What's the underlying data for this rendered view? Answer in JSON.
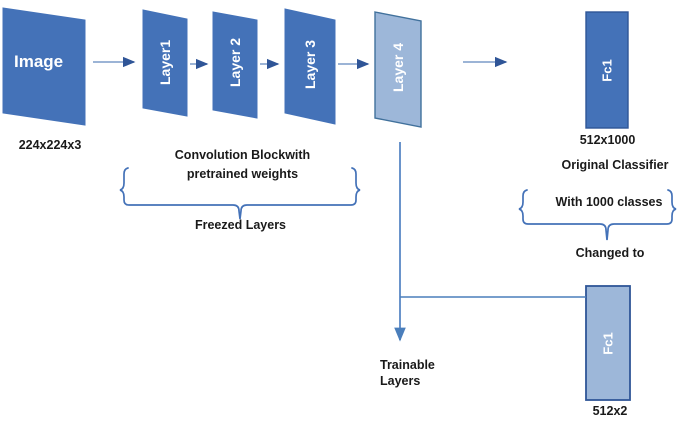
{
  "diagram": {
    "title": "Transfer learning CNN architecture diagram",
    "colors": {
      "dark_blue": "#4472B8",
      "dark_blue_stroke": "#2F5597",
      "light_blue": "#9DB7D9",
      "light_blue_stroke": "#41719C",
      "arrow_line": "#8EA9D0",
      "arrow_head": "#2F5597",
      "brace": "#4472B8",
      "text_dark": "#1a1a1a",
      "text_light": "#ffffff",
      "background": "#ffffff"
    },
    "input": {
      "label": "Image",
      "caption": "224x224x3"
    },
    "conv_layers": [
      {
        "label": "Layer1",
        "fill": "dark"
      },
      {
        "label": "Layer 2",
        "fill": "dark"
      },
      {
        "label": "Layer 3",
        "fill": "dark"
      },
      {
        "label": "Layer 4",
        "fill": "light"
      }
    ],
    "brace_conv": {
      "text_line1": "Convolution  Blockwith",
      "text_line2": "pretrained weights",
      "footer": "Freezed Layers"
    },
    "original_classifier": {
      "label": "Fc1",
      "caption": "512x1000",
      "note": "Original Classifier",
      "brace_text": "With 1000 classes",
      "changed_to": "Changed to"
    },
    "new_classifier": {
      "label": "Fc1",
      "caption": "512x2"
    },
    "trainable": {
      "line1": "Trainable",
      "line2": "Layers"
    },
    "arrows": [
      {
        "name": "image-to-layer1"
      },
      {
        "name": "layer1-to-layer2"
      },
      {
        "name": "layer2-to-layer3"
      },
      {
        "name": "layer3-to-layer4"
      },
      {
        "name": "layer4-to-fc1"
      },
      {
        "name": "layer4-to-trainable"
      }
    ]
  }
}
